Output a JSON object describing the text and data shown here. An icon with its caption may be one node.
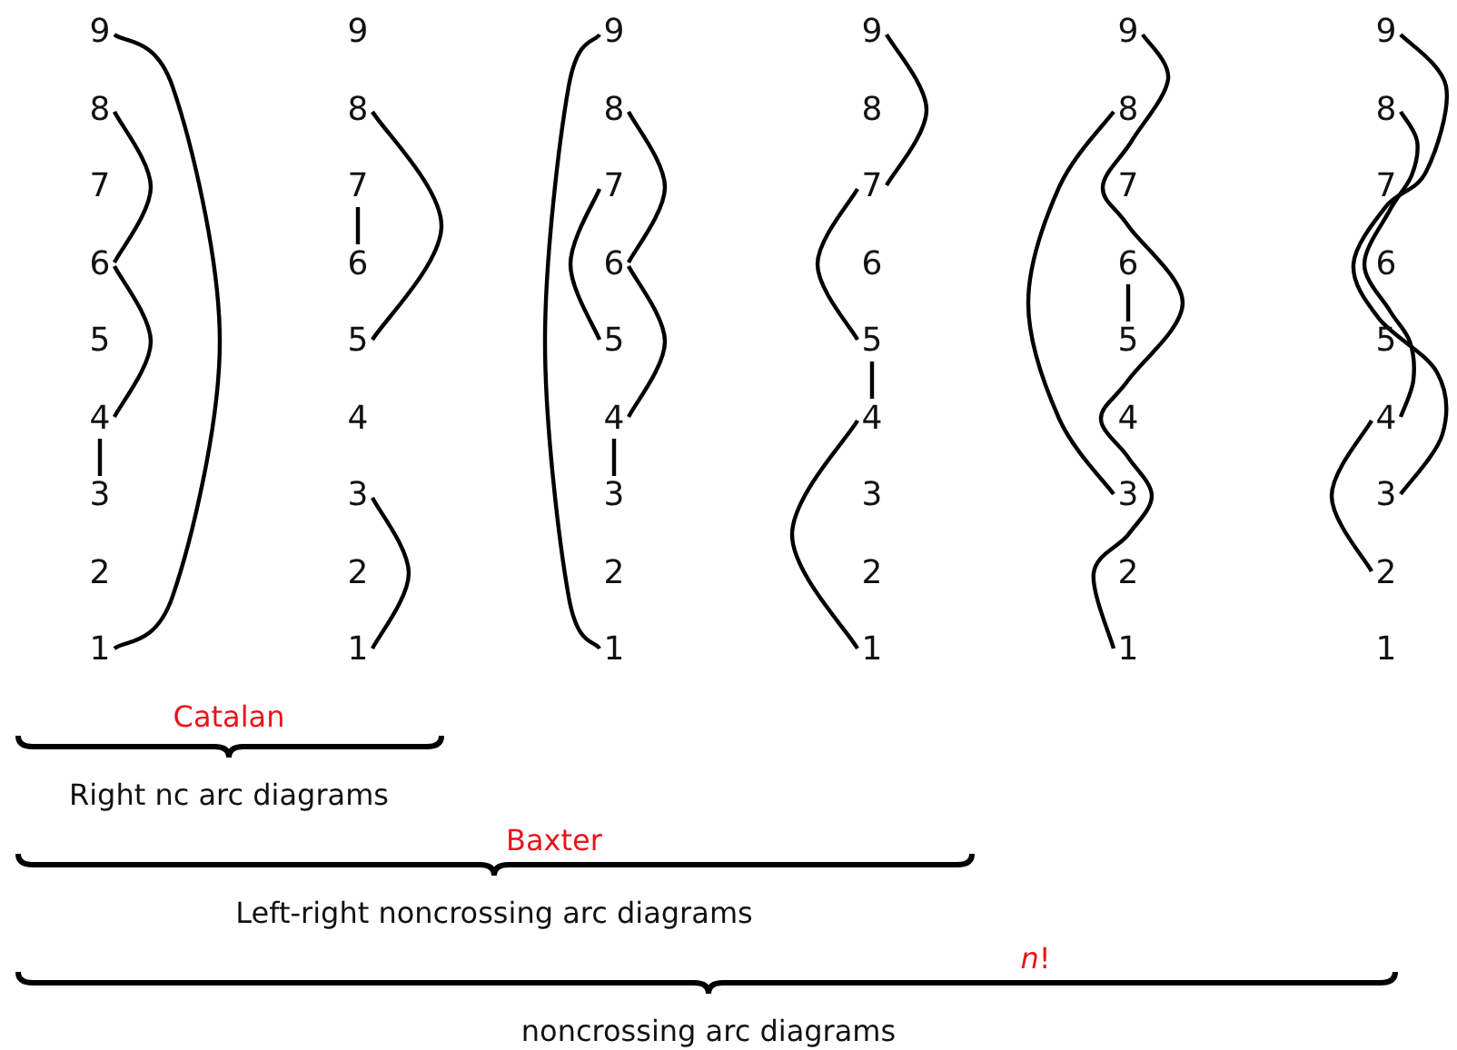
{
  "diagram": {
    "nodes": [
      {
        "text": [
          "9"
        ]
      },
      {
        "text": [
          "8"
        ]
      },
      {
        "text": [
          "7"
        ]
      },
      {
        "text": [
          "6"
        ]
      },
      {
        "text": [
          "5"
        ]
      },
      {
        "text": [
          "4"
        ]
      },
      {
        "text": [
          "3"
        ]
      },
      {
        "text": [
          "2"
        ]
      },
      {
        "text": [
          "1"
        ]
      },
      {
        "text": [
          "9"
        ]
      },
      {
        "text": [
          "8"
        ]
      },
      {
        "text": [
          "7"
        ]
      },
      {
        "text": [
          "6"
        ]
      },
      {
        "text": [
          "5"
        ]
      },
      {
        "text": [
          "4"
        ]
      },
      {
        "text": [
          "3"
        ]
      },
      {
        "text": [
          "2"
        ]
      },
      {
        "text": [
          "1"
        ]
      },
      {
        "text": [
          "9"
        ]
      },
      {
        "text": [
          "8"
        ]
      },
      {
        "text": [
          "7"
        ]
      },
      {
        "text": [
          "6"
        ]
      },
      {
        "text": [
          "5"
        ]
      },
      {
        "text": [
          "4"
        ]
      },
      {
        "text": [
          "3"
        ]
      },
      {
        "text": [
          "2"
        ]
      },
      {
        "text": [
          "1"
        ]
      },
      {
        "text": [
          "9"
        ]
      },
      {
        "text": [
          "8"
        ]
      },
      {
        "text": [
          "7"
        ]
      },
      {
        "text": [
          "6"
        ]
      },
      {
        "text": [
          "5"
        ]
      },
      {
        "text": [
          "4"
        ]
      },
      {
        "text": [
          "3"
        ]
      },
      {
        "text": [
          "2"
        ]
      },
      {
        "text": [
          "1"
        ]
      },
      {
        "text": [
          "9"
        ]
      },
      {
        "text": [
          "8"
        ]
      },
      {
        "text": [
          "7"
        ]
      },
      {
        "text": [
          "6"
        ]
      },
      {
        "text": [
          "5"
        ]
      },
      {
        "text": [
          "4"
        ]
      },
      {
        "text": [
          "3"
        ]
      },
      {
        "text": [
          "2"
        ]
      },
      {
        "text": [
          "1"
        ]
      },
      {
        "text": [
          "9"
        ]
      },
      {
        "text": [
          "8"
        ]
      },
      {
        "text": [
          "7"
        ]
      },
      {
        "text": [
          "6"
        ]
      },
      {
        "text": [
          "5"
        ]
      },
      {
        "text": [
          "4"
        ]
      },
      {
        "text": [
          "3"
        ]
      },
      {
        "text": [
          "2"
        ]
      },
      {
        "text": [
          "1"
        ]
      }
    ],
    "edges": [
      {
        "from": 0,
        "to": 8,
        "arrow": "none"
      },
      {
        "from": 1,
        "to": 3,
        "arrow": "none"
      },
      {
        "from": 3,
        "to": 5,
        "arrow": "none"
      },
      {
        "from": 5,
        "to": 6,
        "arrow": "none"
      },
      {
        "from": 10,
        "to": 13,
        "arrow": "none"
      },
      {
        "from": 11,
        "to": 12,
        "arrow": "none"
      },
      {
        "from": 15,
        "to": 17,
        "arrow": "none"
      },
      {
        "from": 18,
        "to": 26,
        "arrow": "none"
      },
      {
        "from": 19,
        "to": 21,
        "arrow": "none"
      },
      {
        "from": 20,
        "to": 22,
        "arrow": "none"
      },
      {
        "from": 21,
        "to": 23,
        "arrow": "none"
      },
      {
        "from": 23,
        "to": 24,
        "arrow": "none"
      },
      {
        "from": 27,
        "to": 29,
        "arrow": "none"
      },
      {
        "from": 29,
        "to": 31,
        "arrow": "none"
      },
      {
        "from": 31,
        "to": 32,
        "arrow": "none"
      },
      {
        "from": 32,
        "to": 35,
        "arrow": "none"
      },
      {
        "from": 36,
        "to": 44,
        "arrow": "none"
      },
      {
        "from": 37,
        "to": 42,
        "arrow": "none"
      },
      {
        "from": 39,
        "to": 40,
        "arrow": "none"
      },
      {
        "from": 45,
        "to": 51,
        "arrow": "none"
      },
      {
        "from": 46,
        "to": 50,
        "arrow": "none"
      },
      {
        "from": 50,
        "to": 52,
        "arrow": "none"
      }
    ],
    "labels": [
      "Catalan",
      "Right nc arc diagrams",
      "Baxter",
      "Left-right noncrossing arc diagrams",
      "*n*!",
      "noncrossing arc diagrams"
    ]
  }
}
